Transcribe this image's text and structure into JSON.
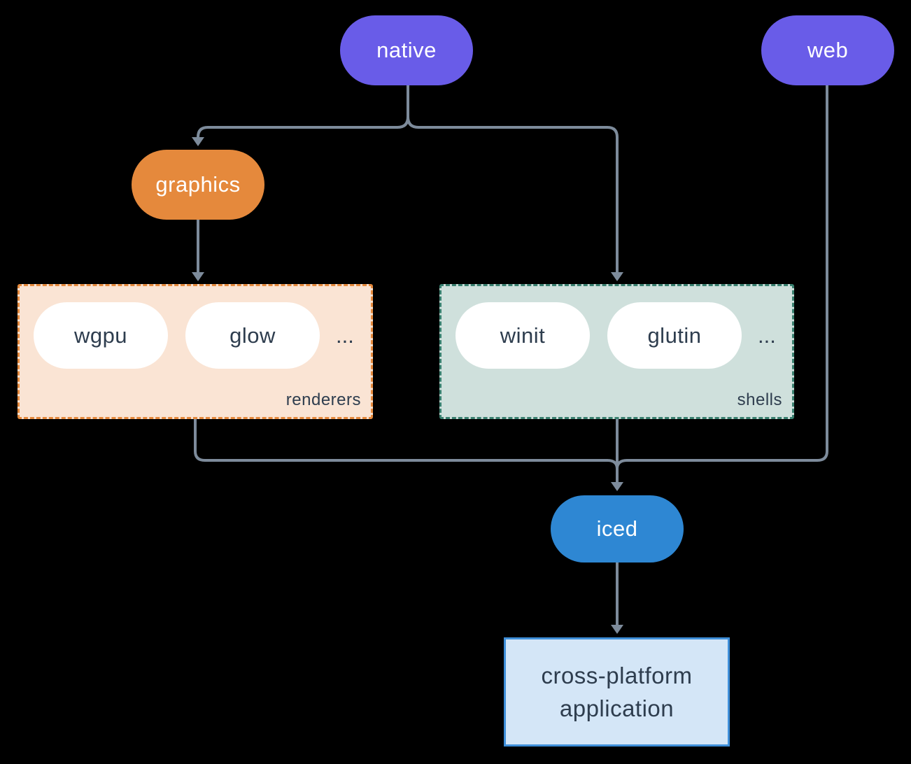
{
  "diagram": {
    "nodes": {
      "native": {
        "label": "native",
        "color": "#695ce8"
      },
      "web": {
        "label": "web",
        "color": "#695ce8"
      },
      "graphics": {
        "label": "graphics",
        "color": "#e5893c"
      },
      "iced": {
        "label": "iced",
        "color": "#2e87d3"
      },
      "application": {
        "line1": "cross-platform",
        "line2": "application",
        "background": "#d4e6f7",
        "border": "#3f8fd9"
      }
    },
    "groups": {
      "renderers": {
        "label": "renderers",
        "items": [
          {
            "label": "wgpu"
          },
          {
            "label": "glow"
          }
        ],
        "ellipsis": "...",
        "background": "#fae4d4",
        "border": "#e5893c"
      },
      "shells": {
        "label": "shells",
        "items": [
          {
            "label": "winit"
          },
          {
            "label": "glutin"
          }
        ],
        "ellipsis": "...",
        "background": "#cfe0dc",
        "border": "#39806f"
      }
    },
    "edges": [
      "native -> graphics",
      "native -> shells",
      "graphics -> renderers",
      "renderers -> iced",
      "shells -> iced",
      "web -> iced",
      "iced -> cross-platform application"
    ],
    "colors": {
      "background": "#000000",
      "connector": "#7d8b9b",
      "pill_text": "#ffffff",
      "dark_text": "#2e3d4e",
      "inner_pill_background": "#ffffff"
    }
  }
}
